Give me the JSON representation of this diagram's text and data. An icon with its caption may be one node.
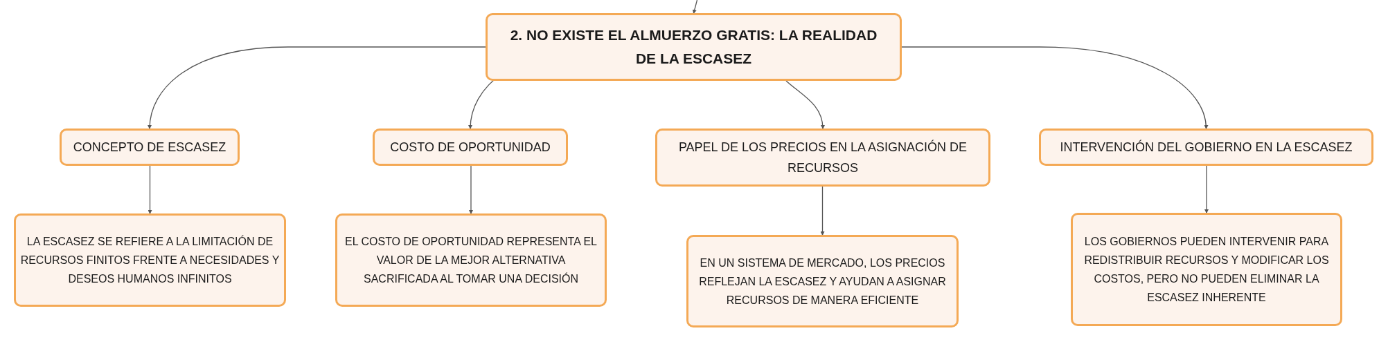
{
  "diagram": {
    "nodes": [
      {
        "text": [
          "2. NO EXISTE EL ALMUERZO GRATIS: LA REALIDAD DE LA ESCASEZ"
        ]
      },
      {
        "text": [
          "CONCEPTO DE ESCASEZ"
        ]
      },
      {
        "text": [
          "COSTO DE OPORTUNIDAD"
        ]
      },
      {
        "text": [
          "PAPEL DE LOS PRECIOS EN LA ASIGNACIÓN DE RECURSOS"
        ]
      },
      {
        "text": [
          "INTERVENCIÓN DEL GOBIERNO EN LA ESCASEZ"
        ]
      },
      {
        "text": [
          "LA ESCASEZ SE REFIERE A LA LIMITACIÓN DE RECURSOS FINITOS FRENTE A NECESIDADES Y DESEOS HUMANOS INFINITOS"
        ]
      },
      {
        "text": [
          "EL COSTO DE OPORTUNIDAD REPRESENTA EL VALOR DE LA MEJOR ALTERNATIVA SACRIFICADA AL TOMAR UNA DECISIÓN"
        ]
      },
      {
        "text": [
          "EN UN SISTEMA DE MERCADO, LOS PRECIOS REFLEJAN LA ESCASEZ Y AYUDAN A ASIGNAR RECURSOS DE MANERA EFICIENTE"
        ]
      },
      {
        "text": [
          "LOS GOBIERNOS PUEDEN INTERVENIR PARA REDISTRIBUIR RECURSOS Y MODIFICAR LOS COSTOS, PERO NO PUEDEN ELIMINAR LA ESCASEZ INHERENTE"
        ]
      }
    ],
    "edges": [
      {
        "from": null,
        "to": 0,
        "arrow": "to"
      },
      {
        "from": 0,
        "to": 1,
        "arrow": "to"
      },
      {
        "from": 0,
        "to": 2,
        "arrow": "to"
      },
      {
        "from": 0,
        "to": 3,
        "arrow": "to"
      },
      {
        "from": 0,
        "to": 4,
        "arrow": "to"
      },
      {
        "from": 1,
        "to": 5,
        "arrow": "to"
      },
      {
        "from": 2,
        "to": 6,
        "arrow": "to"
      },
      {
        "from": 3,
        "to": 7,
        "arrow": "to"
      },
      {
        "from": 4,
        "to": 8,
        "arrow": "to"
      }
    ]
  }
}
